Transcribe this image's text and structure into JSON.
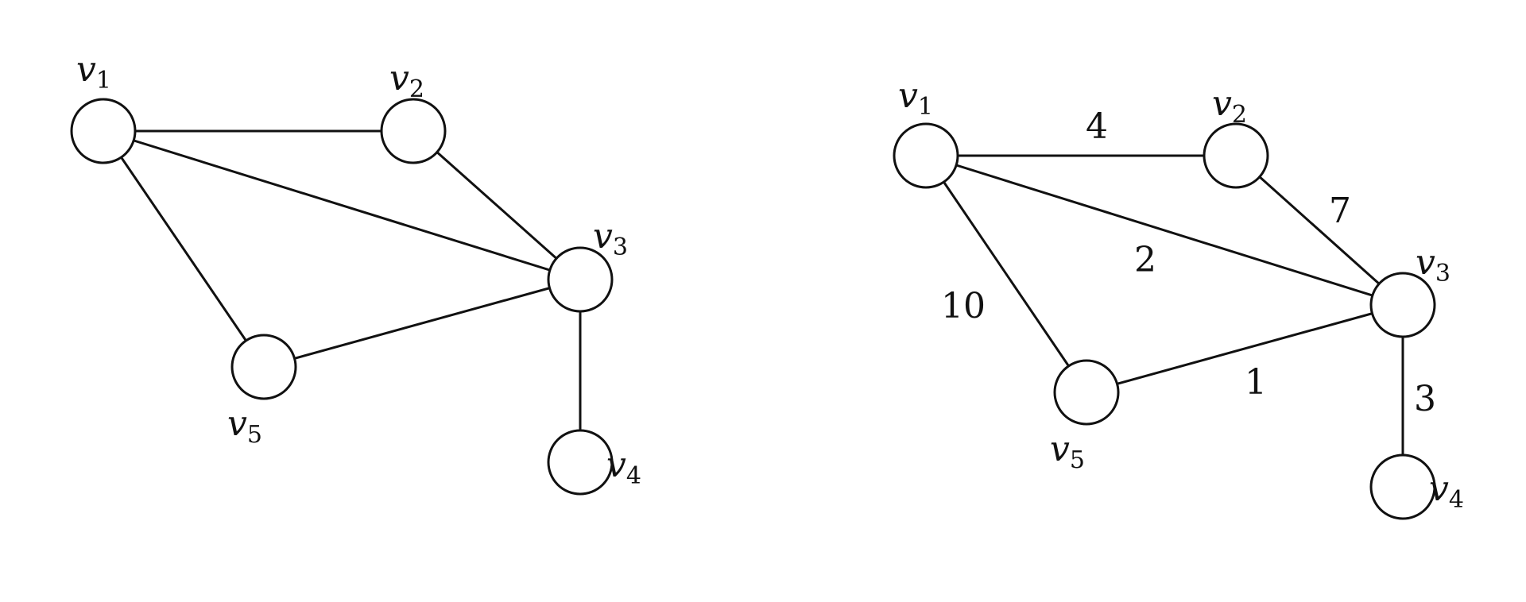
{
  "graphs": [
    {
      "weighted": false,
      "nodes": [
        {
          "id": "v1",
          "symbol": "v",
          "sub": "1"
        },
        {
          "id": "v2",
          "symbol": "v",
          "sub": "2"
        },
        {
          "id": "v3",
          "symbol": "v",
          "sub": "3"
        },
        {
          "id": "v4",
          "symbol": "v",
          "sub": "4"
        },
        {
          "id": "v5",
          "symbol": "v",
          "sub": "5"
        }
      ],
      "edges": [
        {
          "from": "v1",
          "to": "v2"
        },
        {
          "from": "v1",
          "to": "v3"
        },
        {
          "from": "v1",
          "to": "v5"
        },
        {
          "from": "v2",
          "to": "v3"
        },
        {
          "from": "v5",
          "to": "v3"
        },
        {
          "from": "v3",
          "to": "v4"
        }
      ]
    },
    {
      "weighted": true,
      "nodes": [
        {
          "id": "v1",
          "symbol": "v",
          "sub": "1"
        },
        {
          "id": "v2",
          "symbol": "v",
          "sub": "2"
        },
        {
          "id": "v3",
          "symbol": "v",
          "sub": "3"
        },
        {
          "id": "v4",
          "symbol": "v",
          "sub": "4"
        },
        {
          "id": "v5",
          "symbol": "v",
          "sub": "5"
        }
      ],
      "edges": [
        {
          "from": "v1",
          "to": "v2",
          "weight": "4"
        },
        {
          "from": "v2",
          "to": "v3",
          "weight": "7"
        },
        {
          "from": "v1",
          "to": "v3",
          "weight": "2"
        },
        {
          "from": "v1",
          "to": "v5",
          "weight": "10"
        },
        {
          "from": "v5",
          "to": "v3",
          "weight": "1"
        },
        {
          "from": "v3",
          "to": "v4",
          "weight": "3"
        }
      ]
    }
  ]
}
